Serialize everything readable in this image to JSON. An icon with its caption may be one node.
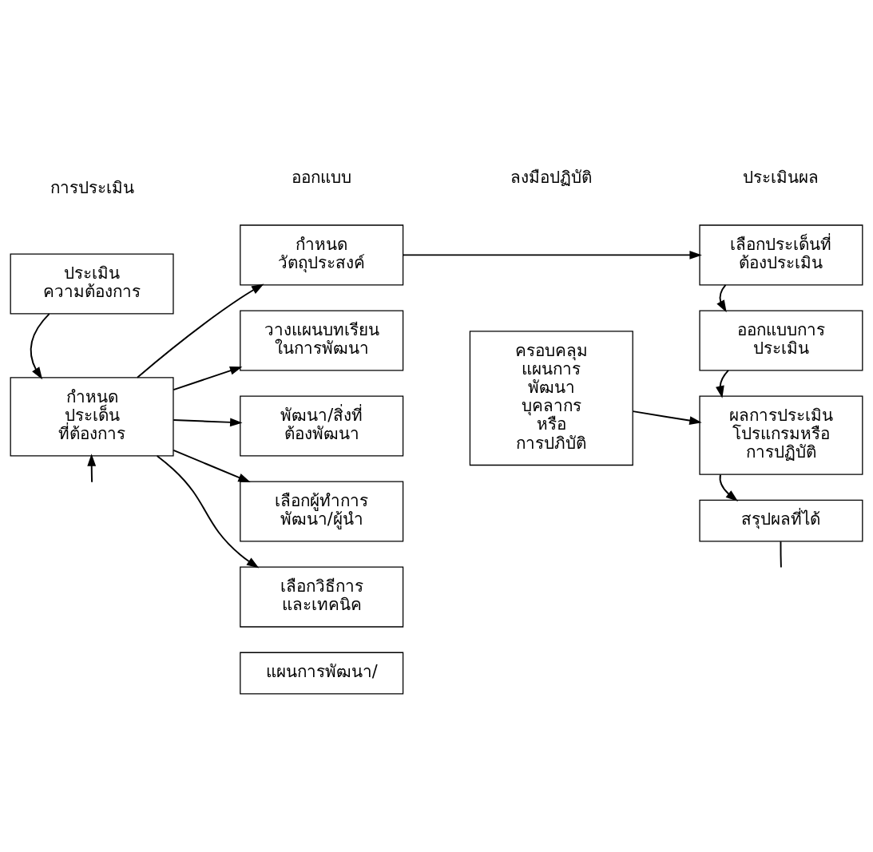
{
  "diagram": {
    "nodes": [
      {
        "text": [
          "ประเมิน ความต้องการ"
        ]
      },
      {
        "text": [
          "กำหนด ประเด็น ที่ต้องการ"
        ]
      },
      {
        "text": [
          "กำหนด วัตถุประสงค์"
        ]
      },
      {
        "text": [
          "วางแผนบทเรียน ในการพัฒนา"
        ]
      },
      {
        "text": [
          "พัฒนา/สิ่งที่ ต้องพัฒนา"
        ]
      },
      {
        "text": [
          "เลือกผู้ทำการ พัฒนา/ผู้นำ"
        ]
      },
      {
        "text": [
          "เลือกวิธีการ และเทคนิค"
        ]
      },
      {
        "text": [
          "แผนการพัฒนา/"
        ]
      },
      {
        "text": [
          "ครอบคลุม แผนการ พัฒนา บุคลากร หรือ การปภิบัติ"
        ]
      },
      {
        "text": [
          "เลือกประเด็นที่ ต้องประเมิน"
        ]
      },
      {
        "text": [
          "ออกแบบการ ประเมิน"
        ]
      },
      {
        "text": [
          "ผลการประเมิน โปรแกรมหรือ การปฏิบัติ"
        ]
      },
      {
        "text": [
          "สรุปผลที่ได้"
        ]
      }
    ],
    "edges": [
      {
        "from": 0,
        "to": 1,
        "arrow": "to"
      },
      {
        "from": 1,
        "to": 2,
        "arrow": "to"
      },
      {
        "from": 1,
        "to": 3,
        "arrow": "to"
      },
      {
        "from": 1,
        "to": 4,
        "arrow": "to"
      },
      {
        "from": 1,
        "to": 5,
        "arrow": "to"
      },
      {
        "from": 1,
        "to": 6,
        "arrow": "to"
      },
      {
        "from": 2,
        "to": 9,
        "arrow": "to"
      },
      {
        "from": 8,
        "to": 11,
        "arrow": "to"
      },
      {
        "from": 9,
        "to": 10,
        "arrow": "to"
      },
      {
        "from": 10,
        "to": 11,
        "arrow": "to"
      },
      {
        "from": 11,
        "to": 12,
        "arrow": "to"
      },
      {
        "from": null,
        "to": 1,
        "arrow": "to"
      },
      {
        "from": 12,
        "to": null,
        "arrow": "none"
      }
    ],
    "labels": [
      "การประเมิน",
      "ออกแบบ",
      "ลงมือปฏิบัติ",
      "ประเมินผล"
    ]
  }
}
